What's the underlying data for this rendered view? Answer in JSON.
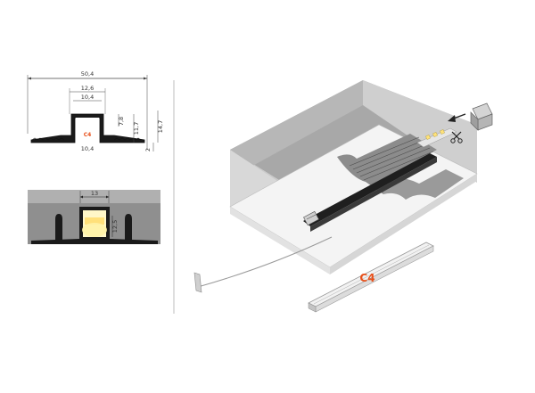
{
  "profile_code": "C4",
  "dimensions": {
    "overall_width": "50,4",
    "outer_channel_width": "12,6",
    "inner_channel_width": "10,4",
    "inner_channel_width_bottom": "10,4",
    "inner_depth_a": "7,8",
    "inner_depth_b": "11,7",
    "overall_height": "14,7",
    "flange_thickness": "2",
    "installed_width": "13",
    "led_height": "12,5"
  },
  "colors": {
    "profile_orange": "#e8501a",
    "plaster_gray": "#8f8f8f",
    "ceiling_white": "#f4f4f4",
    "wall_shadow": "#c8c8c8"
  },
  "icons": [
    "arrow-left-icon",
    "scissors-icon"
  ]
}
